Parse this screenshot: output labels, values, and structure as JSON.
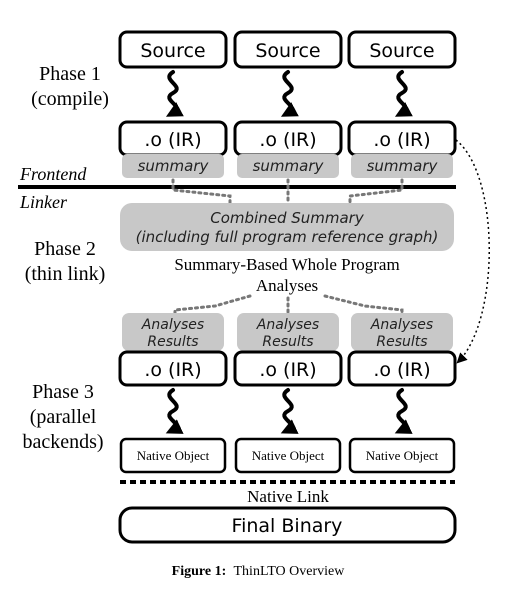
{
  "phases": {
    "phase1": [
      "Phase 1",
      "(compile)"
    ],
    "phase2": [
      "Phase 2",
      "(thin link)"
    ],
    "phase3": [
      "Phase 3",
      "(parallel",
      "backends)"
    ]
  },
  "frontend_label": "Frontend",
  "linker_label": "Linker",
  "source_label": "Source",
  "object_ir_label": ".o (IR)",
  "summary_label": "summary",
  "combined_summary": [
    "Combined Summary",
    "(including full program reference graph)"
  ],
  "whole_program": [
    "Summary-Based Whole Program",
    "Analyses"
  ],
  "analyses_results": [
    "Analyses",
    "Results"
  ],
  "native_object_label": "Native Object",
  "native_link_label": "Native Link",
  "final_binary_label": "Final Binary",
  "caption": {
    "prefix": "Figure 1:",
    "text": "ThinLTO Overview"
  }
}
